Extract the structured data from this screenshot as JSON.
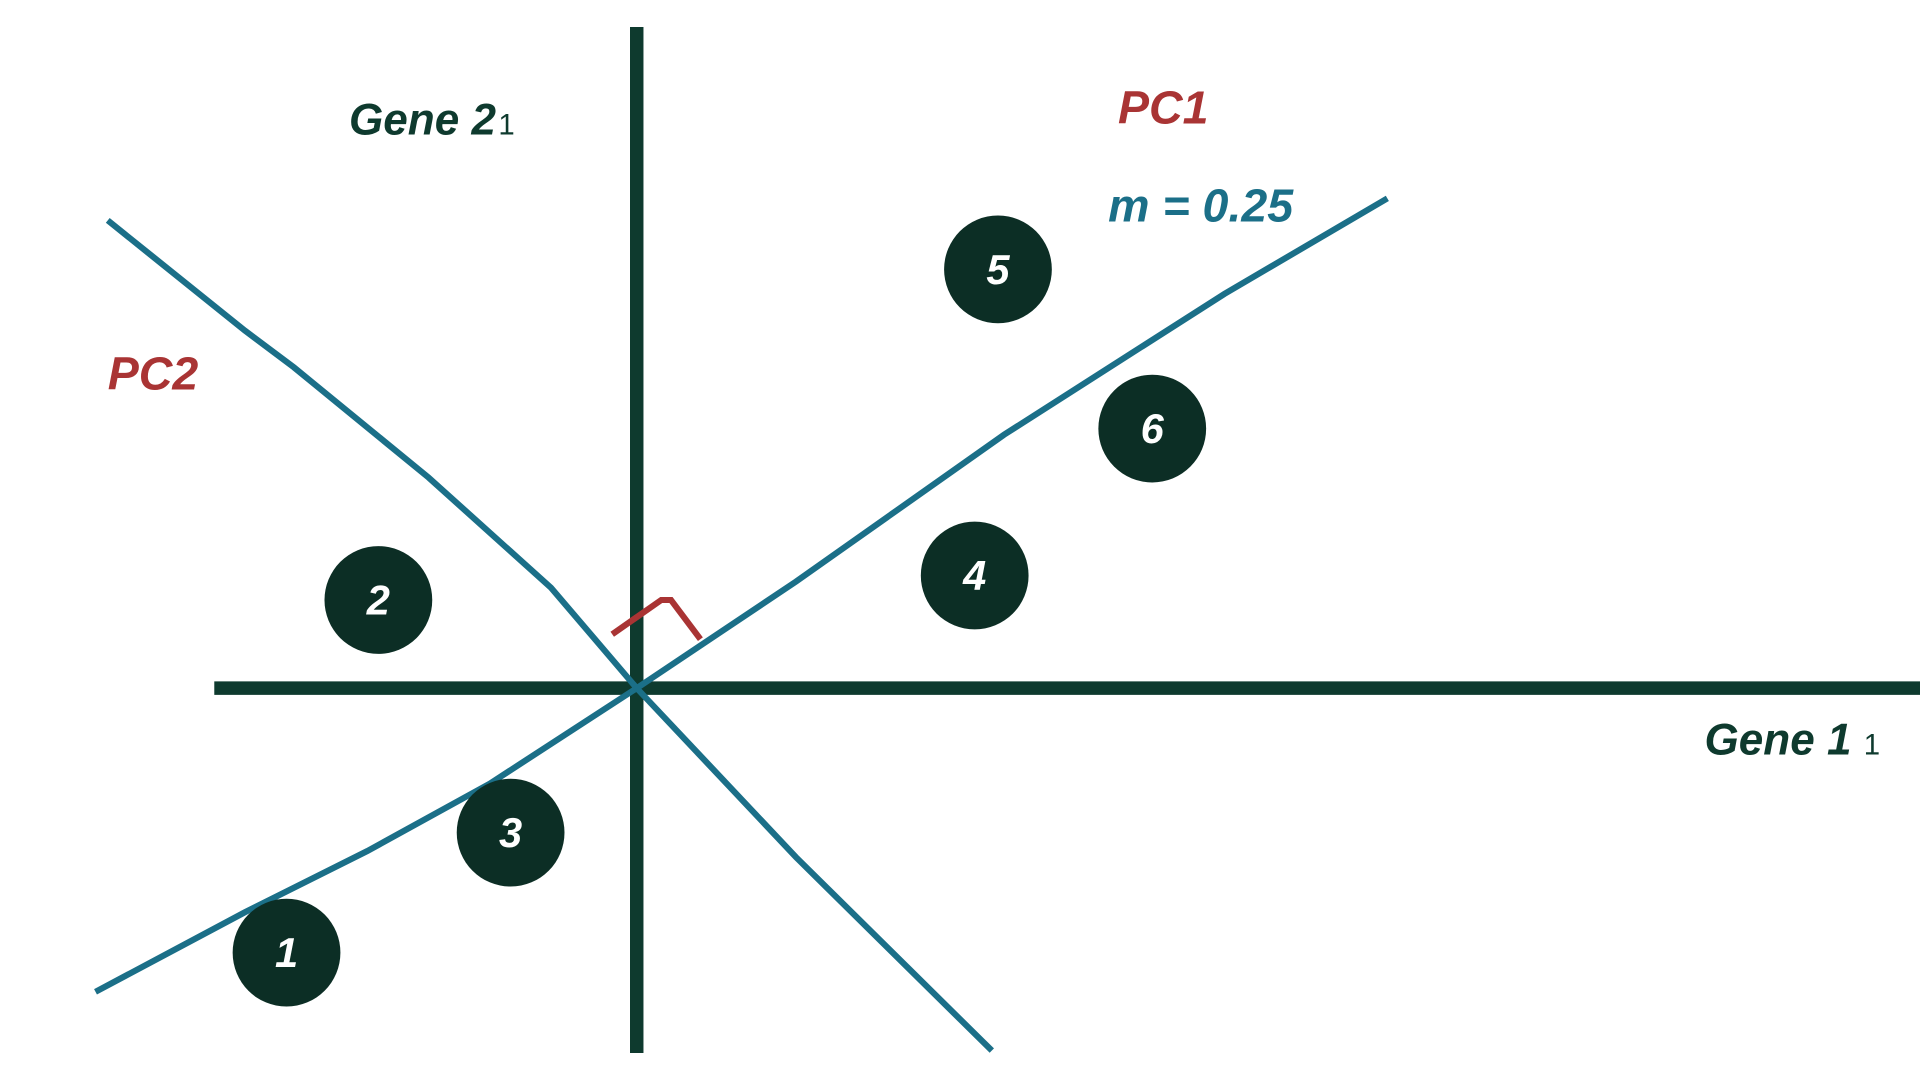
{
  "labels": {
    "gene2": "Gene 2",
    "gene2_sub": "1",
    "gene1": "Gene 1",
    "gene1_sub": "1",
    "pc1": "PC1",
    "pc2": "PC2",
    "slope": "m = 0.25"
  },
  "points": [
    "1",
    "2",
    "3",
    "4",
    "5",
    "6"
  ],
  "colors": {
    "axis": "#0e3a2e",
    "pc_line": "#1b6f88",
    "pc_label": "#a93434",
    "right_angle": "#a93434",
    "point_fill": "#0c2e25"
  }
}
